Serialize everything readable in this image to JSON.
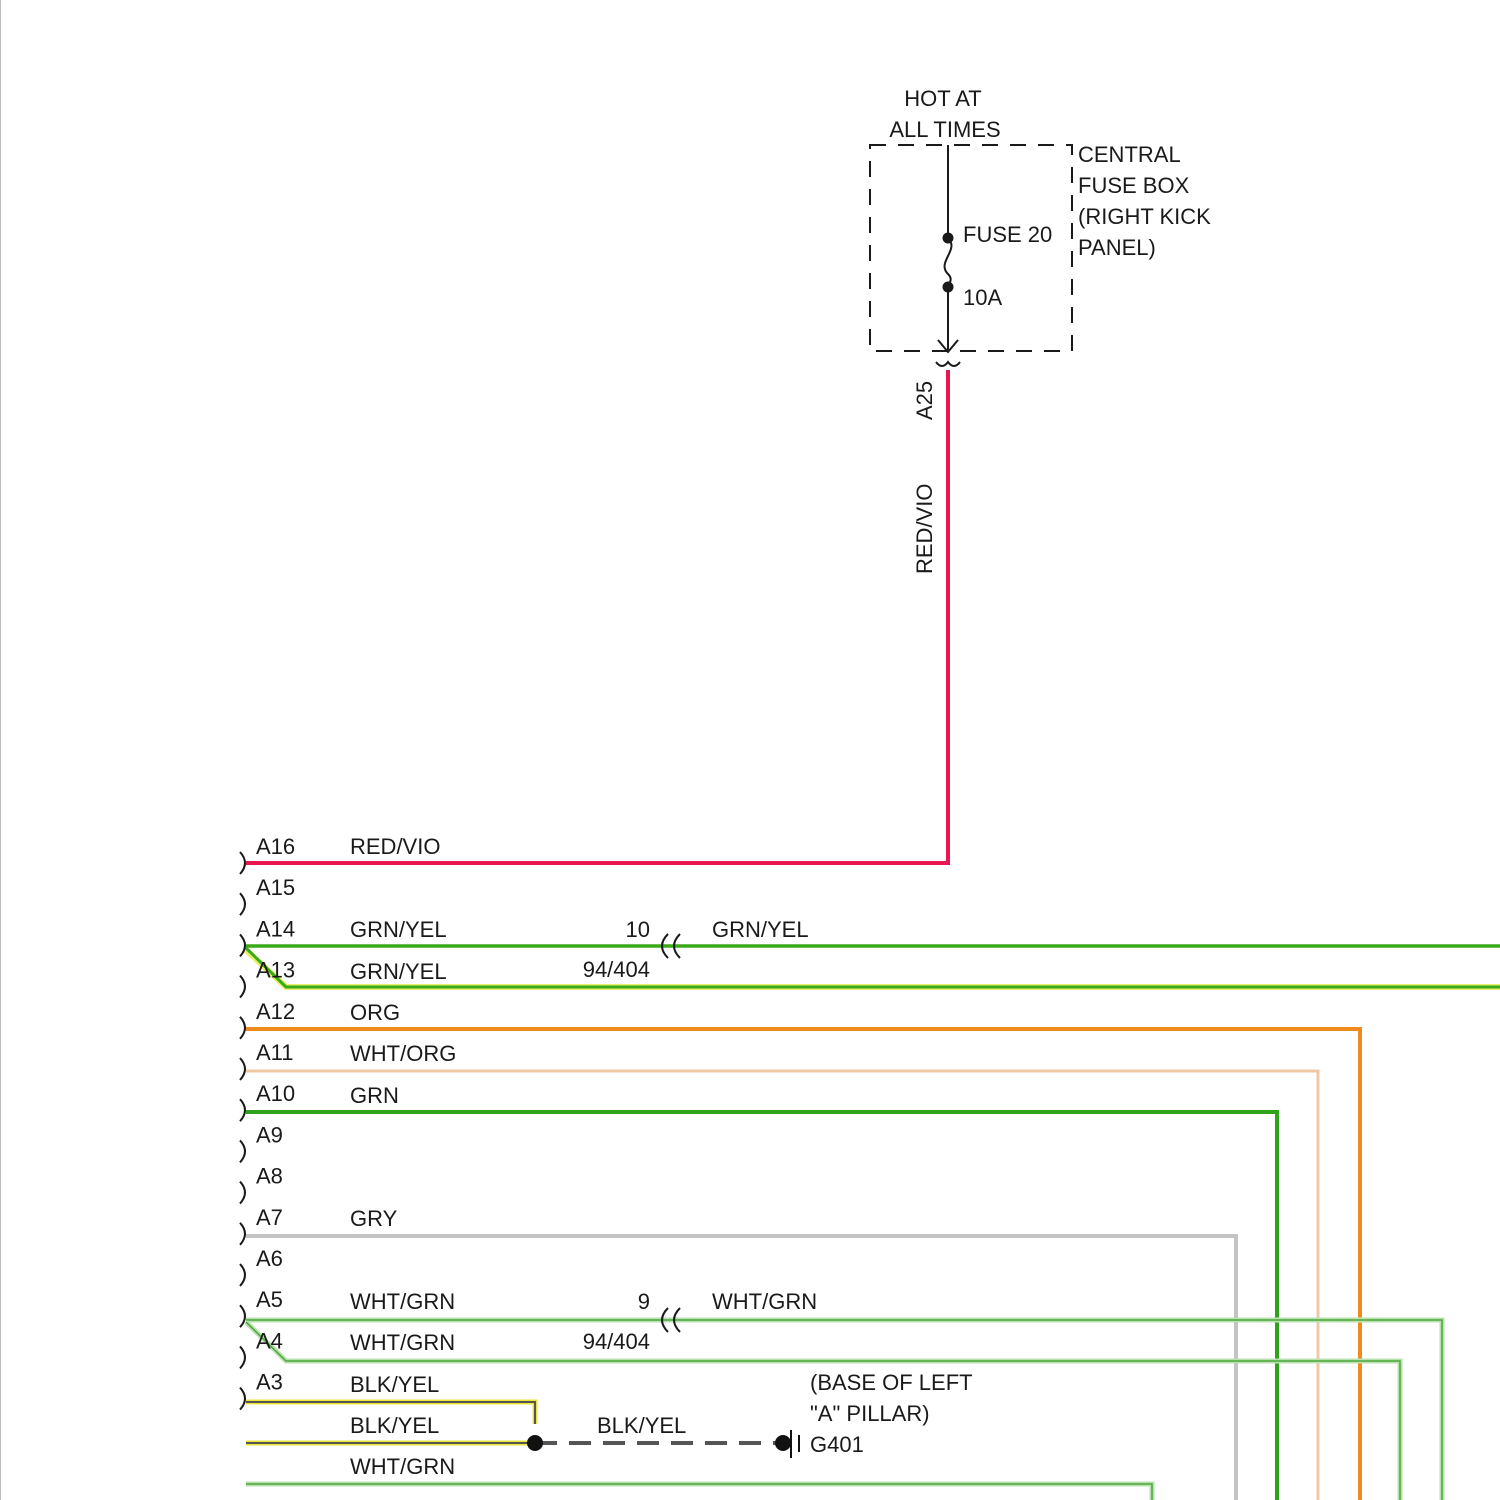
{
  "fuse_box": {
    "hot_line1": "HOT AT",
    "hot_line2": "ALL TIMES",
    "box_line1": "CENTRAL",
    "box_line2": "FUSE BOX",
    "box_line3": "(RIGHT KICK",
    "box_line4": "PANEL)",
    "fuse_label": "FUSE 20",
    "fuse_rating": "10A",
    "terminal": "A25",
    "wire_color": "RED/VIO"
  },
  "pins": [
    "A16",
    "A15",
    "A14",
    "A13",
    "A12",
    "A11",
    "A10",
    "A9",
    "A8",
    "A7",
    "A6",
    "A5",
    "A4",
    "A3"
  ],
  "wires": {
    "a16": "RED/VIO",
    "a14_top": "GRN/YEL",
    "a14_bottom": "GRN/YEL",
    "a14_right": "GRN/YEL",
    "a13": "ORG",
    "a12": "WHT/ORG",
    "a11": "GRN",
    "a8": "GRY",
    "a6_top": "WHT/GRN",
    "a6_bottom": "WHT/GRN",
    "a6_right": "WHT/GRN",
    "a5": "BLK/YEL",
    "a4": "BLK/YEL",
    "ground_wire": "BLK/YEL",
    "a3": "WHT/GRN"
  },
  "connectors": {
    "c1_pin": "10",
    "c1_id": "94/404",
    "c2_pin": "9",
    "c2_id": "94/404"
  },
  "ground": {
    "location_line1": "(BASE OF LEFT",
    "location_line2": "\"A\" PILLAR)",
    "id": "G401"
  },
  "colors": {
    "red_vio": "#e8174f",
    "grn_yel": "#3aaa1a",
    "grn_yel_highlight": "#e6f06a",
    "org": "#ef8a1e",
    "wht_org": "#f0c9a4",
    "grn": "#2ea31a",
    "gry": "#c4c4c4",
    "wht_grn": "#b8e0b0",
    "blk": "#555555",
    "yel": "#e8e43a"
  }
}
